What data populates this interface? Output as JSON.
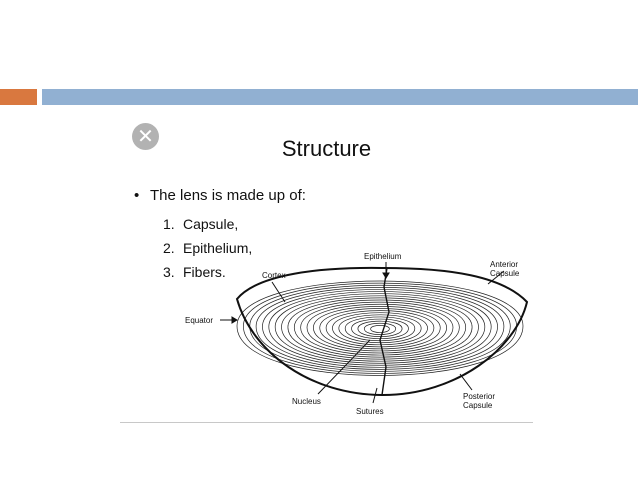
{
  "slide": {
    "title": "Structure",
    "close_icon_glyph": "✕",
    "bullet_text": "The lens is made up of:",
    "bullet_glyph": "•",
    "items": [
      {
        "number": "1.",
        "text": "Capsule,"
      },
      {
        "number": "2.",
        "text": "Epithelium,"
      },
      {
        "number": "3.",
        "text": "Fibers."
      }
    ]
  },
  "diagram": {
    "labels": {
      "epithelium": "Epithelium",
      "anterior_capsule_line1": "Anterior",
      "anterior_capsule_line2": "Capsule",
      "cortex": "Cortex",
      "equator": "Equator",
      "nucleus": "Nucleus",
      "sutures": "Sutures",
      "posterior_capsule_line1": "Posterior",
      "posterior_capsule_line2": "Capsule"
    }
  },
  "colors": {
    "accent_orange": "#d9783f",
    "accent_blue": "#91b0d2",
    "close_icon_gray": "#b2b2b2"
  }
}
